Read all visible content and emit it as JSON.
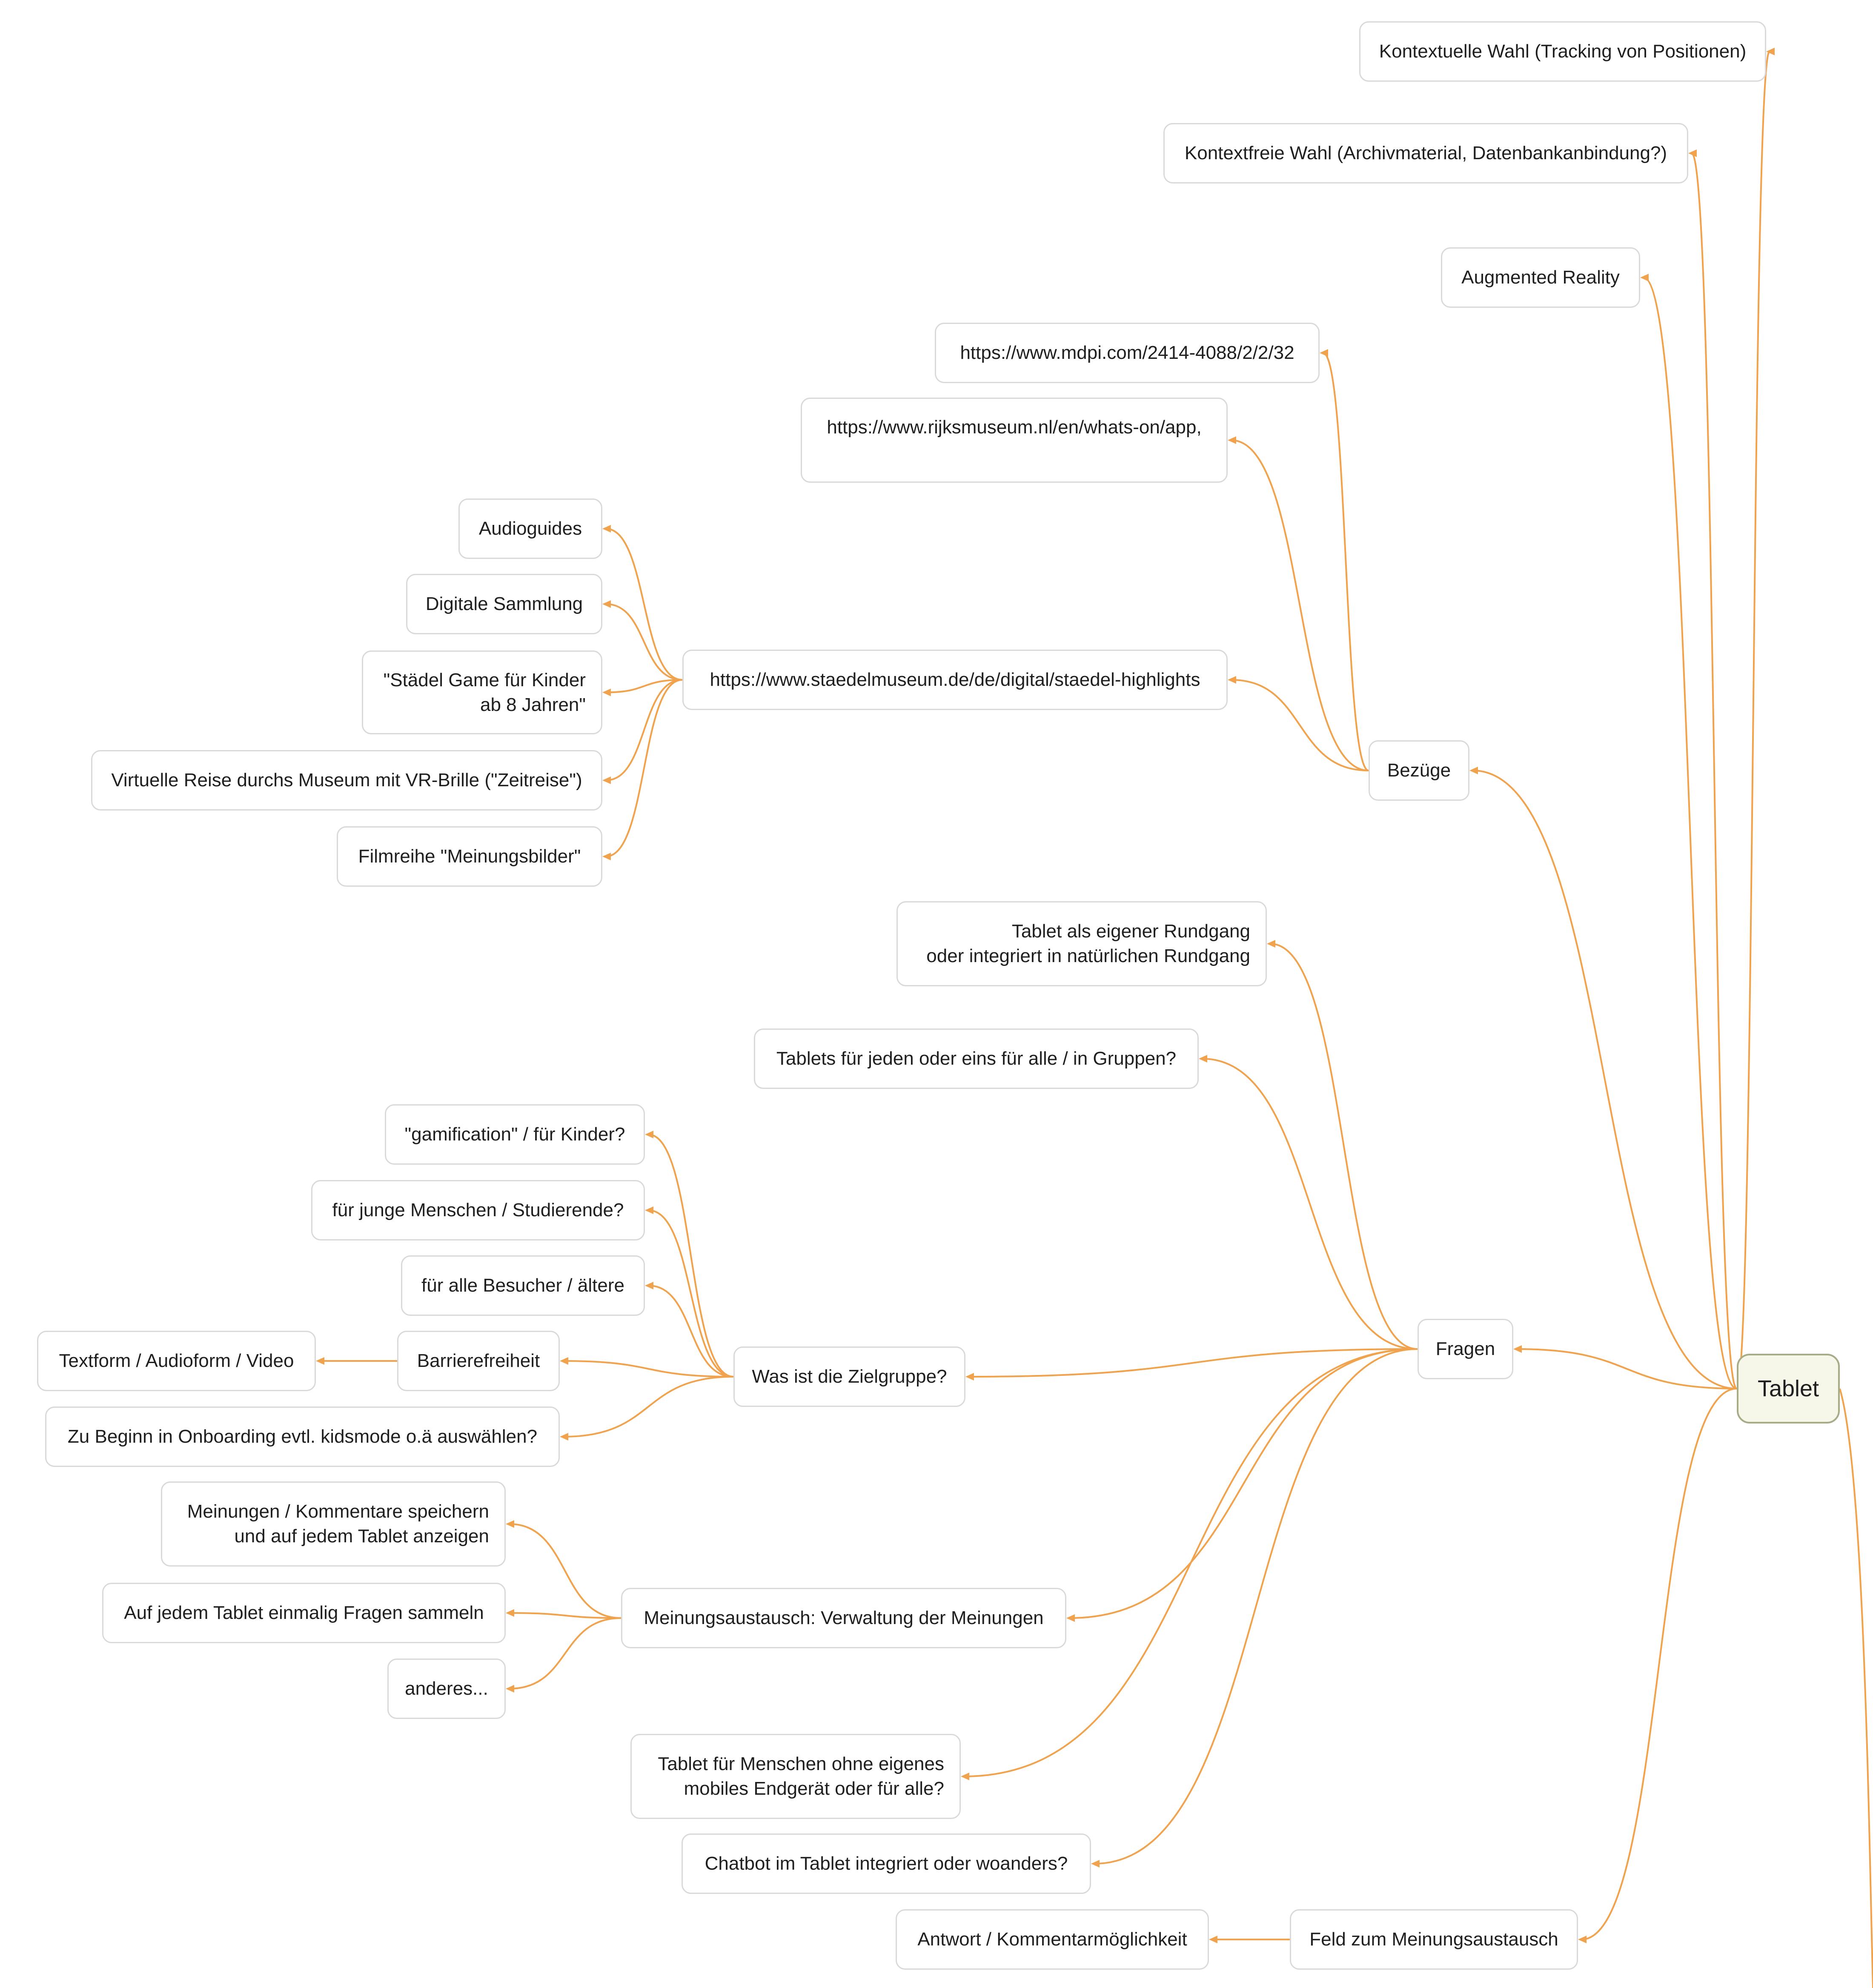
{
  "colors": {
    "edge": "#f0a24c",
    "node_border": "#d9d9d9",
    "root_fill": "#f6f6e9",
    "root_border": "#a8ab88"
  },
  "nodes": {
    "root": "Tablet",
    "kontextuelle": "Kontextuelle Wahl (Tracking von Positionen)",
    "kontextfreie": "Kontextfreie Wahl (Archivmaterial, Datenbankanbindung?)",
    "ar": "Augmented Reality",
    "bezuege": "Bezüge",
    "mdpi": "https://www.mdpi.com/2414-4088/2/2/32",
    "rijks": "https://www.rijksmuseum.nl/en/whats-on/app,",
    "staedel": "https://www.staedelmuseum.de/de/digital/staedel-highlights",
    "audioguides": "Audioguides",
    "sammlung": "Digitale Sammlung",
    "game": "\"Städel Game für Kinder\nab 8 Jahren\"",
    "vr": "Virtuelle Reise durchs Museum mit VR-Brille (\"Zeitreise\")",
    "film": "Filmreihe \"Meinungsbilder\"",
    "fragen": "Fragen",
    "rundgang": "Tablet als eigener Rundgang\noder integriert in natürlichen Rundgang",
    "tablets_jeden": "Tablets für jeden oder eins für alle / in Gruppen?",
    "zielgruppe": "Was ist die Zielgruppe?",
    "gamification": "\"gamification\" / für Kinder?",
    "junge": "für junge Menschen / Studierende?",
    "alle_besucher": "für alle Besucher / ältere",
    "barriere": "Barrierefreiheit",
    "textform": "Textform / Audioform / Video",
    "onboarding": "Zu Beginn in Onboarding evtl. kidsmode o.ä auswählen?",
    "meinungsaustausch": "Meinungsaustausch: Verwaltung der Meinungen",
    "speichern": "Meinungen / Kommentare speichern\nund auf jedem Tablet anzeigen",
    "sammeln": "Auf jedem Tablet einmalig Fragen sammeln",
    "anderes": "anderes...",
    "ohne_geraet": "Tablet für Menschen ohne eigenes\nmobiles Endgerät oder für alle?",
    "chatbot": "Chatbot im Tablet integriert oder woanders?",
    "feld": "Feld zum Meinungsaustausch",
    "antwort": "Antwort / Kommentarmöglichkeit"
  },
  "edges": [
    [
      "root",
      "kontextuelle"
    ],
    [
      "root",
      "kontextfreie"
    ],
    [
      "root",
      "ar"
    ],
    [
      "root",
      "bezuege"
    ],
    [
      "root",
      "fragen"
    ],
    [
      "root",
      "feld"
    ],
    [
      "bezuege",
      "mdpi"
    ],
    [
      "bezuege",
      "rijks"
    ],
    [
      "bezuege",
      "staedel"
    ],
    [
      "staedel",
      "audioguides"
    ],
    [
      "staedel",
      "sammlung"
    ],
    [
      "staedel",
      "game"
    ],
    [
      "staedel",
      "vr"
    ],
    [
      "staedel",
      "film"
    ],
    [
      "fragen",
      "rundgang"
    ],
    [
      "fragen",
      "tablets_jeden"
    ],
    [
      "fragen",
      "zielgruppe"
    ],
    [
      "fragen",
      "meinungsaustausch"
    ],
    [
      "fragen",
      "ohne_geraet"
    ],
    [
      "fragen",
      "chatbot"
    ],
    [
      "zielgruppe",
      "gamification"
    ],
    [
      "zielgruppe",
      "junge"
    ],
    [
      "zielgruppe",
      "alle_besucher"
    ],
    [
      "zielgruppe",
      "barriere"
    ],
    [
      "zielgruppe",
      "onboarding"
    ],
    [
      "barriere",
      "textform"
    ],
    [
      "meinungsaustausch",
      "speichern"
    ],
    [
      "meinungsaustausch",
      "sammeln"
    ],
    [
      "meinungsaustausch",
      "anderes"
    ],
    [
      "feld",
      "antwort"
    ]
  ]
}
